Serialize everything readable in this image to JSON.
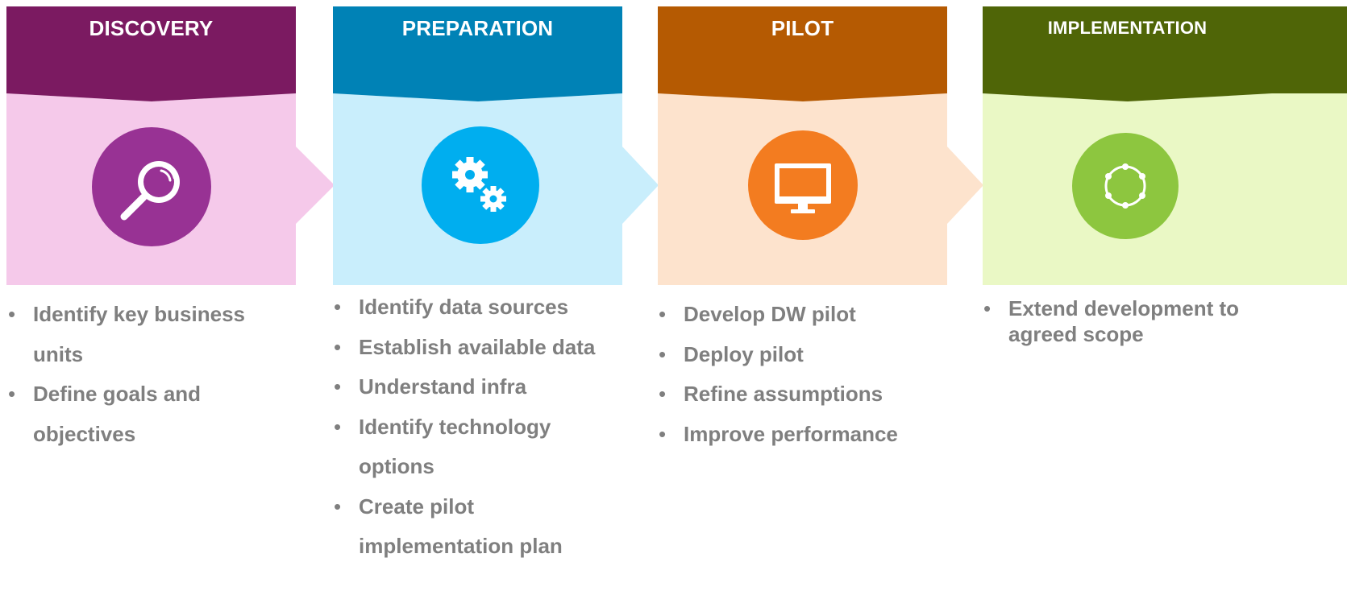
{
  "stages": [
    {
      "title": "DISCOVERY",
      "header_color": "#7b1a61",
      "body_color": "#f5c9ea",
      "circle_color": "#983294",
      "icon": "search-icon",
      "bullets": [
        "Identify key business units",
        "Define goals and objectives"
      ]
    },
    {
      "title": "PREPARATION",
      "header_color": "#0082b6",
      "body_color": "#c9eefc",
      "circle_color": "#00aeef",
      "icon": "gears-icon",
      "bullets": [
        "Identify data sources",
        "Establish available data",
        "Understand infra",
        "Identify technology options",
        "Create pilot implementation plan"
      ]
    },
    {
      "title": "PILOT",
      "header_color": "#b55a02",
      "body_color": "#fde3cd",
      "circle_color": "#f37c20",
      "icon": "monitor-icon",
      "bullets": [
        "Develop DW pilot",
        "Deploy pilot",
        "Refine assumptions",
        "Improve performance"
      ]
    },
    {
      "title": "IMPLEMENTATION",
      "header_color": "#4f6507",
      "body_color": "#eaf8c5",
      "circle_color": "#8dc63f",
      "icon": "cycle-icon",
      "bullets": [
        "Extend development to agreed scope"
      ]
    }
  ]
}
